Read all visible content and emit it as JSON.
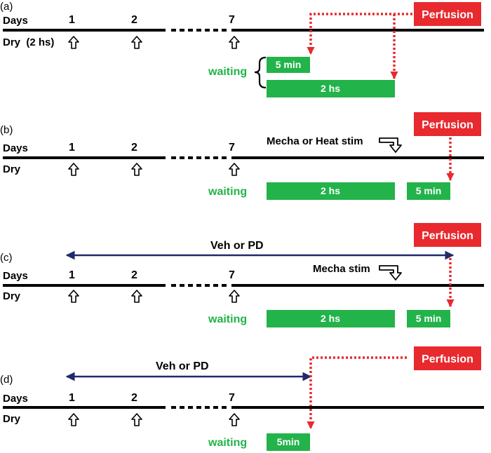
{
  "colors": {
    "green": "#22b34a",
    "red": "#e8292e",
    "navy": "#1f2a6b",
    "black": "#000000"
  },
  "panels": [
    {
      "label": "(a)",
      "row_label": "Days",
      "days": [
        "1",
        "2",
        "7"
      ],
      "dry_label": "Dry  (2 hs)",
      "waiting_label": "waiting",
      "perfusion_label": "Perfusion",
      "boxes": [
        "5 min",
        "2 hs"
      ]
    },
    {
      "label": "(b)",
      "row_label": "Days",
      "days": [
        "1",
        "2",
        "7"
      ],
      "dry_label": "Dry",
      "stim_label": "Mecha or Heat stim",
      "waiting_label": "waiting",
      "perfusion_label": "Perfusion",
      "boxes": [
        "2 hs",
        "5 min"
      ]
    },
    {
      "label": "(c)",
      "row_label": "Days",
      "days": [
        "1",
        "2",
        "7"
      ],
      "dry_label": "Dry",
      "drug_label": "Veh or PD",
      "stim_label": "Mecha stim",
      "waiting_label": "waiting",
      "perfusion_label": "Perfusion",
      "boxes": [
        "2 hs",
        "5 min"
      ]
    },
    {
      "label": "(d)",
      "row_label": "Days",
      "days": [
        "1",
        "2",
        "7"
      ],
      "dry_label": "Dry",
      "drug_label": "Veh or PD",
      "waiting_label": "waiting",
      "perfusion_label": "Perfusion",
      "boxes": [
        "5min"
      ]
    }
  ]
}
